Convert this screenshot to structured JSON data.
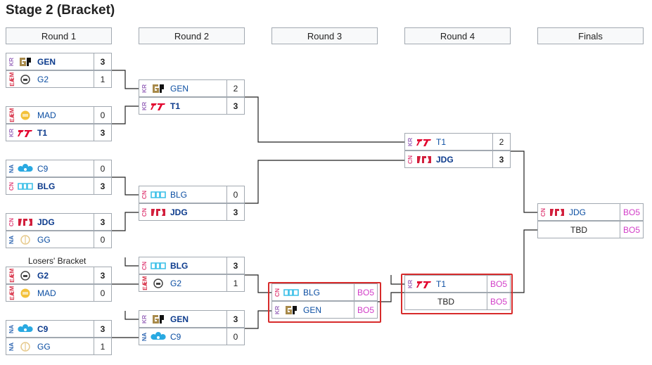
{
  "page_title": "Stage 2 (Bracket)",
  "rounds": [
    "Round 1",
    "Round 2",
    "Round 3",
    "Round 4",
    "Finals"
  ],
  "losers_bracket_label": "Losers' Bracket",
  "colors": {
    "kr": "#9b6bbd",
    "emea": "#d8334a",
    "na": "#2c64b0",
    "cn": "#e0457b",
    "bo": "#d23dc8",
    "highlight": "#d72b2b"
  },
  "matches": {
    "r1m1": [
      {
        "region": "KR",
        "team": "GEN",
        "score": "3",
        "win": true
      },
      {
        "region": "EMEA",
        "team": "G2",
        "score": "1",
        "win": false
      }
    ],
    "r1m2": [
      {
        "region": "EMEA",
        "team": "MAD",
        "score": "0",
        "win": false
      },
      {
        "region": "KR",
        "team": "T1",
        "score": "3",
        "win": true
      }
    ],
    "r1m3": [
      {
        "region": "NA",
        "team": "C9",
        "score": "0",
        "win": false
      },
      {
        "region": "CN",
        "team": "BLG",
        "score": "3",
        "win": true
      }
    ],
    "r1m4": [
      {
        "region": "CN",
        "team": "JDG",
        "score": "3",
        "win": true
      },
      {
        "region": "NA",
        "team": "GG",
        "score": "0",
        "win": false
      }
    ],
    "r1m5": [
      {
        "region": "EMEA",
        "team": "G2",
        "score": "3",
        "win": true
      },
      {
        "region": "EMEA",
        "team": "MAD",
        "score": "0",
        "win": false
      }
    ],
    "r1m6": [
      {
        "region": "NA",
        "team": "C9",
        "score": "3",
        "win": true
      },
      {
        "region": "NA",
        "team": "GG",
        "score": "1",
        "win": false
      }
    ],
    "r2m1": [
      {
        "region": "KR",
        "team": "GEN",
        "score": "2",
        "win": false
      },
      {
        "region": "KR",
        "team": "T1",
        "score": "3",
        "win": true
      }
    ],
    "r2m2": [
      {
        "region": "CN",
        "team": "BLG",
        "score": "0",
        "win": false
      },
      {
        "region": "CN",
        "team": "JDG",
        "score": "3",
        "win": true
      }
    ],
    "r2m3": [
      {
        "region": "CN",
        "team": "BLG",
        "score": "3",
        "win": true
      },
      {
        "region": "EMEA",
        "team": "G2",
        "score": "1",
        "win": false
      }
    ],
    "r2m4": [
      {
        "region": "KR",
        "team": "GEN",
        "score": "3",
        "win": true
      },
      {
        "region": "NA",
        "team": "C9",
        "score": "0",
        "win": false
      }
    ],
    "r3m1": [
      {
        "region": "CN",
        "team": "BLG",
        "score": "BO5",
        "win": false
      },
      {
        "region": "KR",
        "team": "GEN",
        "score": "BO5",
        "win": false
      }
    ],
    "r4m1": [
      {
        "region": "KR",
        "team": "T1",
        "score": "2",
        "win": false
      },
      {
        "region": "CN",
        "team": "JDG",
        "score": "3",
        "win": true
      }
    ],
    "r4m2": [
      {
        "region": "KR",
        "team": "T1",
        "score": "BO5",
        "win": false
      },
      {
        "region": "",
        "team": "TBD",
        "score": "BO5",
        "win": false
      }
    ],
    "final": [
      {
        "region": "CN",
        "team": "JDG",
        "score": "BO5",
        "win": false
      },
      {
        "region": "",
        "team": "TBD",
        "score": "BO5",
        "win": false
      }
    ]
  }
}
